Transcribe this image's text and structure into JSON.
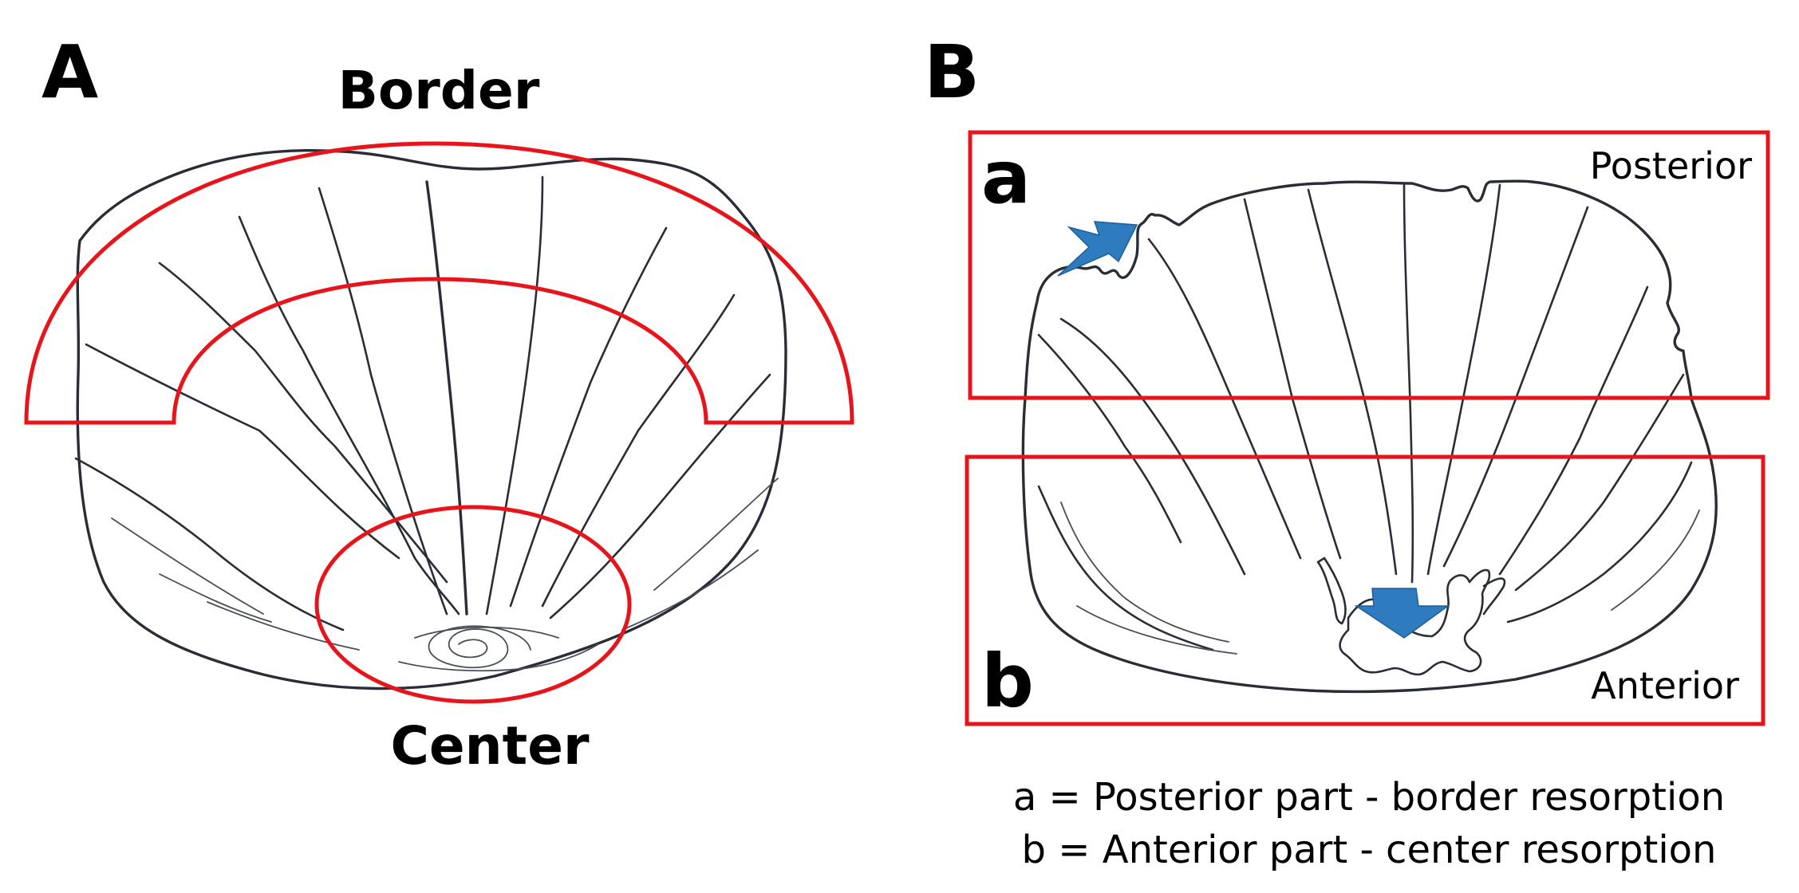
{
  "panel_a": {
    "letter": "A",
    "label_outer": "Border",
    "label_inner": "Center"
  },
  "panel_b": {
    "letter": "B",
    "region_a": {
      "letter": "a",
      "label": "Posterior"
    },
    "region_b": {
      "letter": "b",
      "label": "Anterior"
    },
    "legend": [
      "a = Posterior part - border resorption",
      "b = Anterior part - center resorption"
    ]
  },
  "colors": {
    "region_outline": "#e8141b",
    "arrow": "#2e7bbf",
    "sketch": "#2a2d36"
  }
}
